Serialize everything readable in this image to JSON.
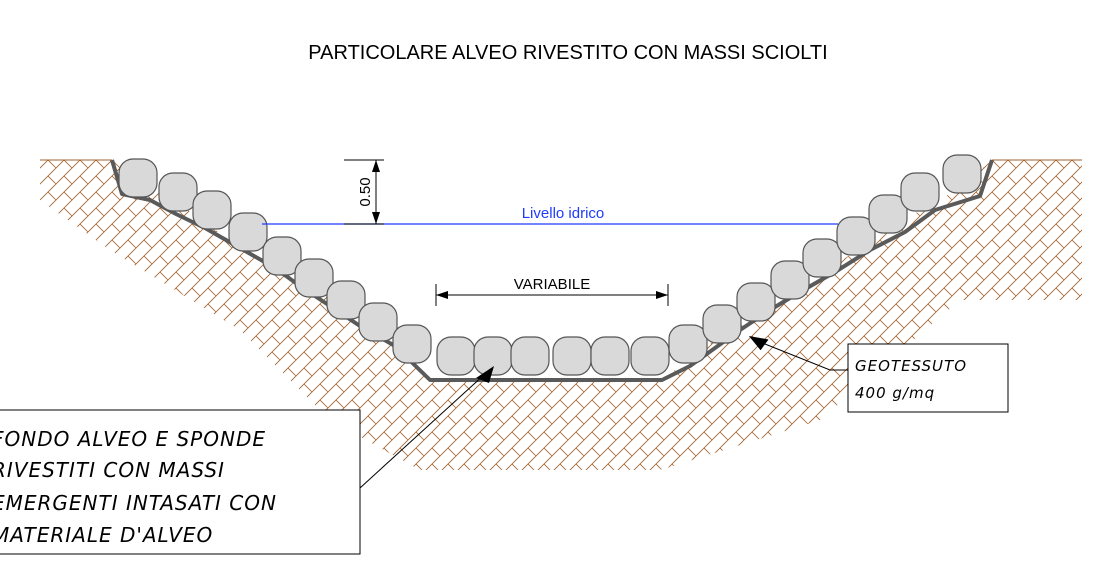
{
  "title": "PARTICOLARE ALVEO RIVESTITO CON MASSI SCIOLTI",
  "water_level_label": "Livello idrico",
  "freeboard_dimension": "0.50",
  "bottom_width_dimension": "VARIABILE",
  "geotextile_note": {
    "line1": "GEOTESSUTO",
    "line2": "400 g/mq"
  },
  "bed_note": {
    "line1": "FONDO ALVEO E SPONDE",
    "line2": "RIVESTITI CON MASSI",
    "line3": "EMERGENTI INTASATI CON",
    "line4": "MATERIALE D'ALVEO"
  },
  "colors": {
    "soil_hatch": "#a0622d",
    "water_line": "#1e3cff",
    "stone_fill": "#d9d9d9",
    "stone_outline": "#555555",
    "geotextile": "#5a5a5a"
  }
}
